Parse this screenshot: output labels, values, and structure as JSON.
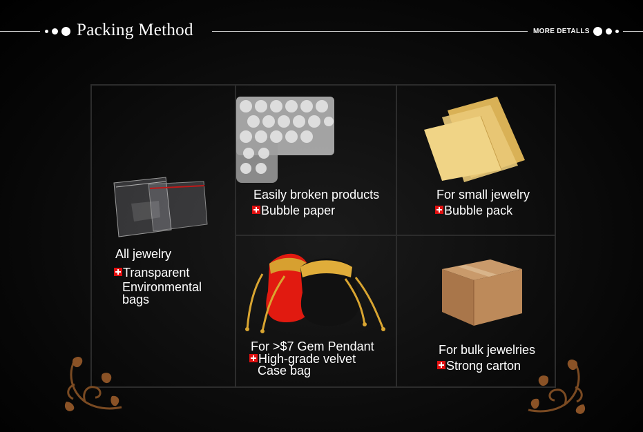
{
  "header": {
    "title": "Packing Method",
    "more_label": "MORE DETALLS"
  },
  "cells": {
    "all_jewelry": {
      "title": "All jewelry",
      "item_line1": "Transparent",
      "item_line2": "Environmental",
      "item_line3": "bags"
    },
    "easily_broken": {
      "title": "Easily broken products",
      "item": "Bubble paper"
    },
    "small_jewelry": {
      "title": "For small jewelry",
      "item": "Bubble pack"
    },
    "gem_pendant": {
      "title": "For >$7 Gem Pendant",
      "item_line1": "High-grade velvet",
      "item_line2": "Case bag"
    },
    "bulk_jewelries": {
      "title": "For bulk jewelries",
      "item": "Strong carton"
    }
  },
  "colors": {
    "accent_red": "#e01010",
    "gold": "#c89b1c",
    "kraft": "#b07d4e"
  }
}
